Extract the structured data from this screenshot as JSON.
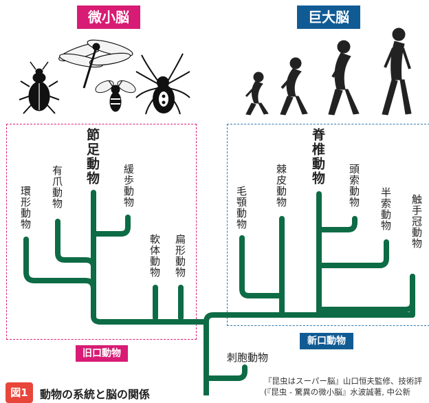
{
  "colors": {
    "tree": "#0d6b45",
    "micro_banner": "#d81b74",
    "macro_banner": "#115b95",
    "protostome_box": "#d81b74",
    "deuterostome_box": "#2f78b0",
    "figure_badge": "#e8463a"
  },
  "banners": {
    "micro": "微小脳",
    "macro": "巨大脳"
  },
  "groups": {
    "protostomes": "旧口動物",
    "deuterostomes": "新口動物"
  },
  "taxa": {
    "annelids": "環形動物",
    "onychophora": "有爪動物",
    "arthropods": "節足動物",
    "tardigrades": "緩歩動物",
    "mollusks": "軟体動物",
    "flatworms": "扁形動物",
    "chaetognaths": "毛顎動物",
    "echinoderms": "棘皮動物",
    "vertebrates": "脊椎動物",
    "urochordates": "頭索動物",
    "hemichordates": "半索動物",
    "lophophorates": "触手冠動物",
    "cnidarians": "刺胞動物"
  },
  "caption": {
    "figure_number": "図1",
    "title": "動物の系統と脳の関係"
  },
  "references": [
    "『昆虫はスーパー脳』山口恒夫監修、技術評",
    "(『昆虫 - 驚異の微小脳』水波誠著, 中公新"
  ],
  "icons": {
    "insects": [
      "beetle-icon",
      "dragonfly-icon",
      "bee-icon",
      "spider-icon"
    ],
    "evolution": [
      "primate-1-icon",
      "primate-2-icon",
      "primate-3-icon",
      "primate-4-icon",
      "human-icon"
    ]
  }
}
